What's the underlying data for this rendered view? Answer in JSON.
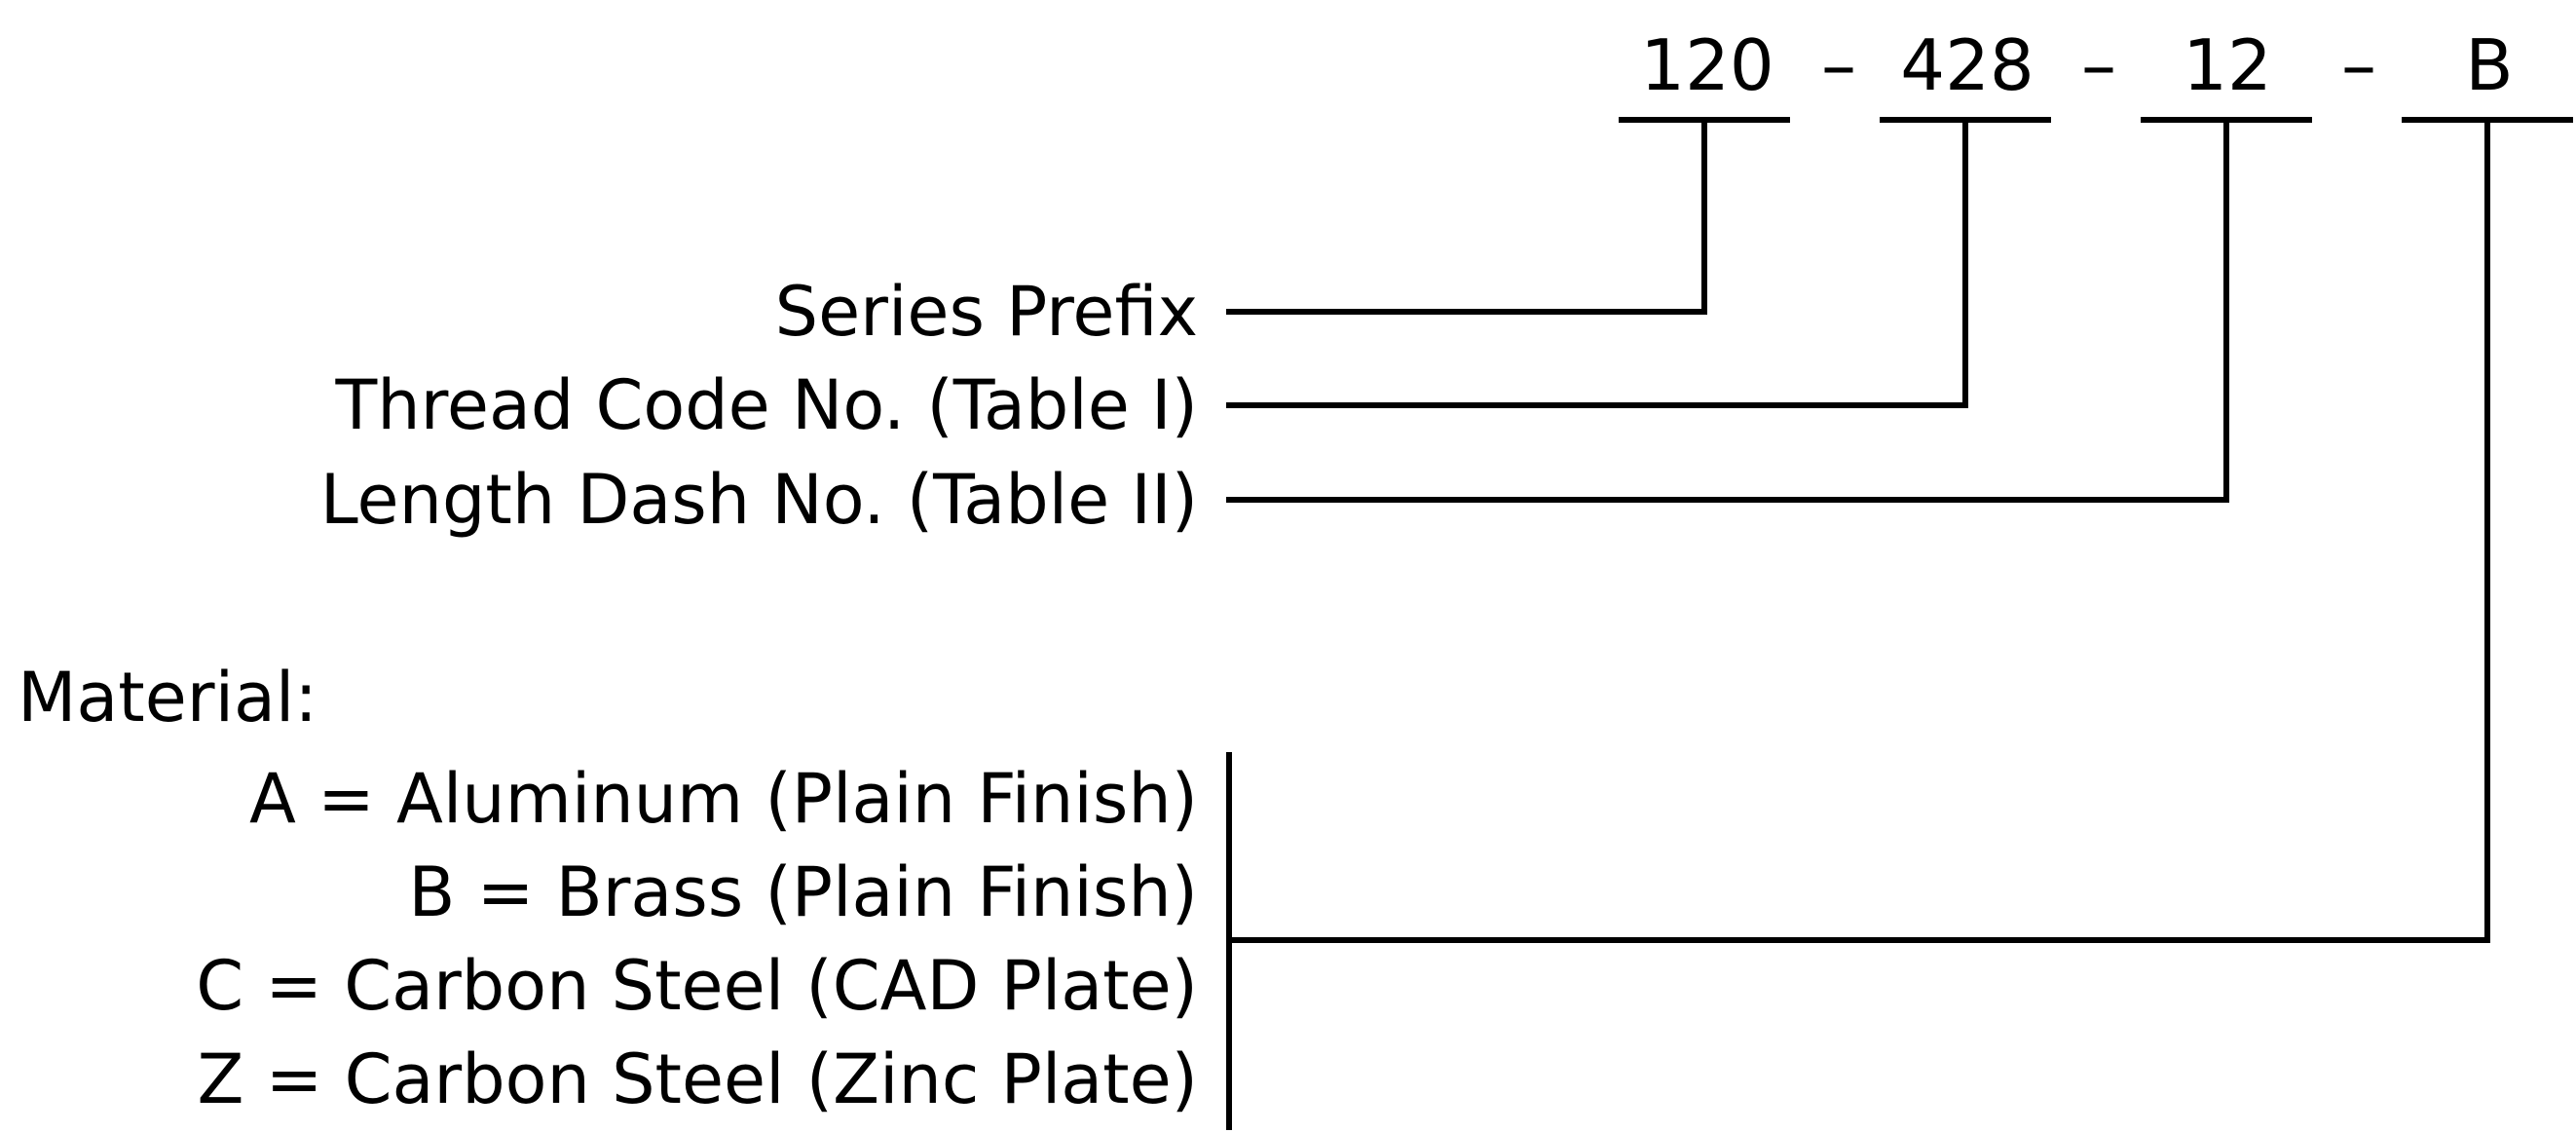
{
  "part_number": {
    "segments": [
      {
        "id": "series",
        "text": "120"
      },
      {
        "id": "thread",
        "text": "428"
      },
      {
        "id": "length",
        "text": "12"
      },
      {
        "id": "material",
        "text": "B"
      }
    ],
    "separator": "–"
  },
  "callouts": [
    {
      "id": "series",
      "label": "Series Prefix"
    },
    {
      "id": "thread",
      "label": "Thread Code No. (Table I)"
    },
    {
      "id": "length",
      "label": "Length Dash No. (Table II)"
    }
  ],
  "material": {
    "heading": "Material:",
    "options": [
      "A = Aluminum (Plain Finish)",
      "B = Brass (Plain Finish)",
      "C = Carbon Steel (CAD Plate)",
      "Z = Carbon Steel (Zinc Plate)"
    ]
  }
}
